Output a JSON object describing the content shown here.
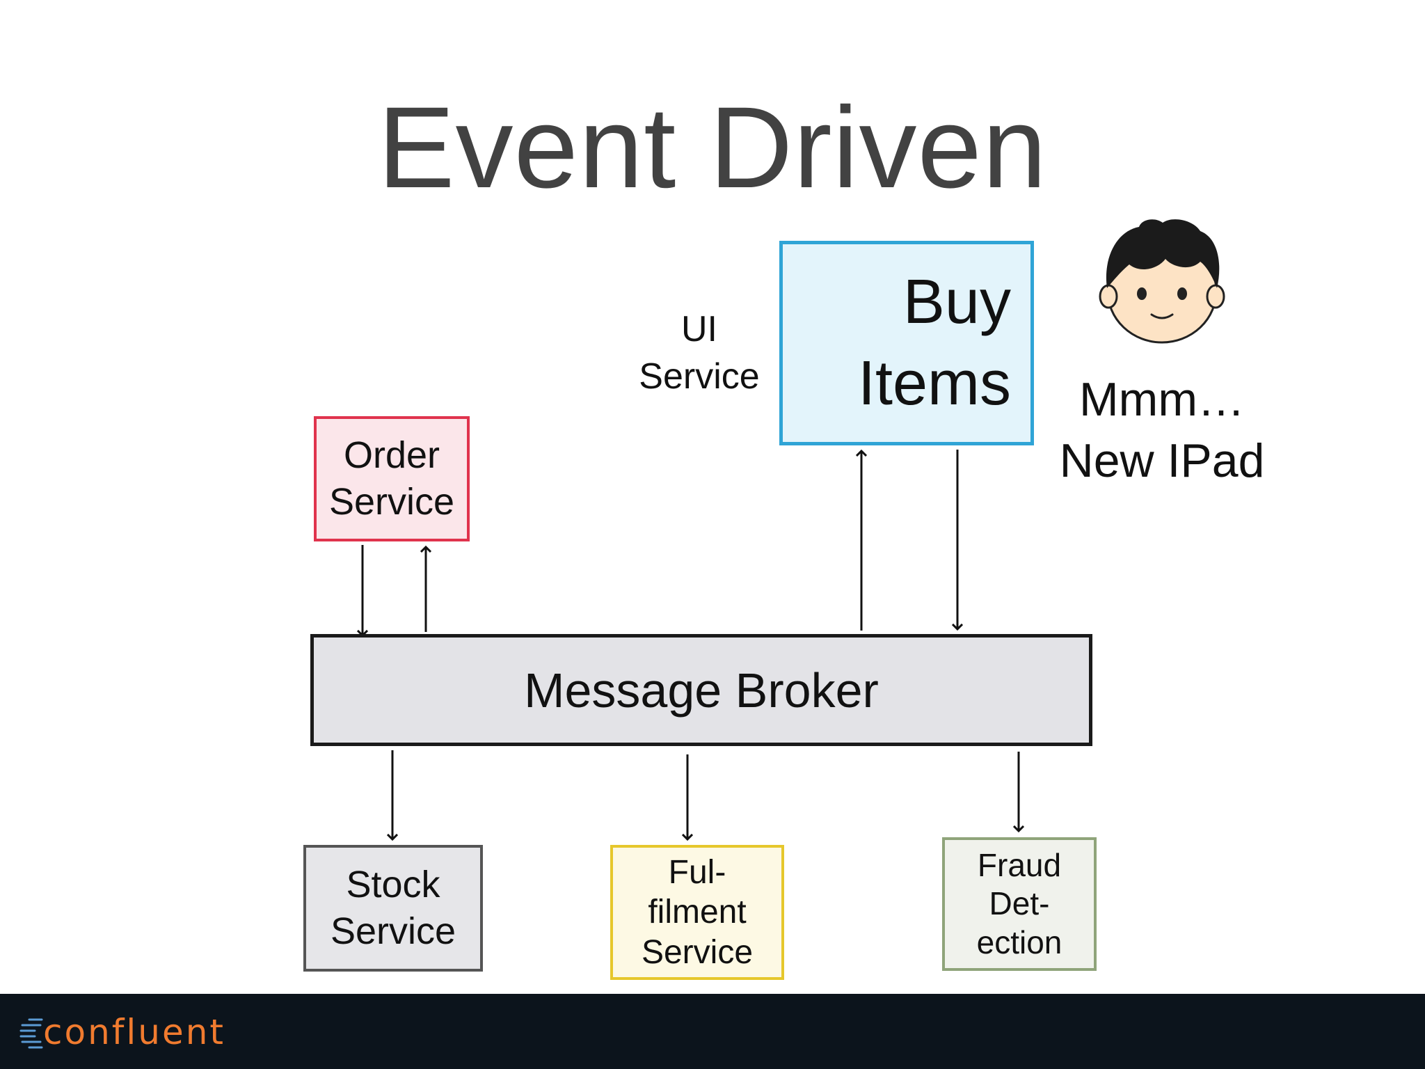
{
  "title": "Event Driven",
  "ui_service": {
    "label_line1": "UI",
    "label_line2": "Service",
    "box_line1": "Buy",
    "box_line2": "Items"
  },
  "order_service": {
    "line1": "Order",
    "line2": "Service"
  },
  "message_broker": {
    "label": "Message Broker"
  },
  "stock_service": {
    "line1": "Stock",
    "line2": "Service"
  },
  "fulfilment_service": {
    "line1": "Ful-",
    "line2": "filment",
    "line3": "Service"
  },
  "fraud_detection": {
    "line1": "Fraud",
    "line2": "Det-",
    "line3": "ection"
  },
  "customer": {
    "thought_line1": "Mmm…",
    "thought_line2": "New IPad"
  },
  "footer": {
    "logo_text": "confluent"
  },
  "colors": {
    "ui_border": "#2fa4d6",
    "order_border": "#e0334d",
    "fulfilment_border": "#e6c72c",
    "fraud_border": "#8fa47a",
    "logo": "#f07b2f"
  }
}
